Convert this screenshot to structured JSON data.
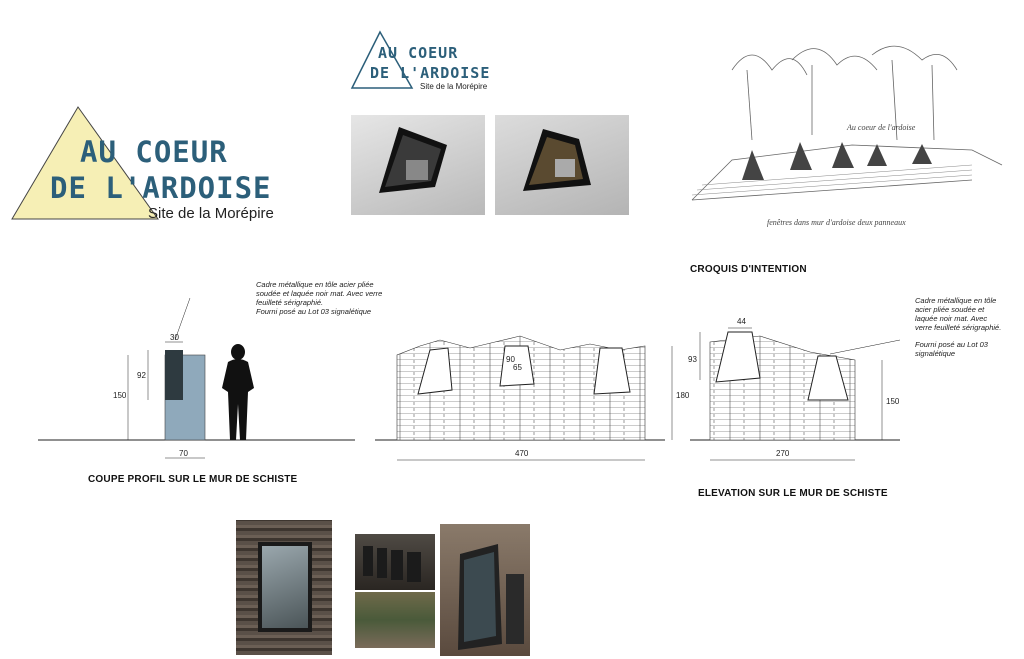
{
  "logo": {
    "line1": "AU COEUR",
    "line2": "DE L'ARDOISE",
    "subtitle": "Site de la Morépire"
  },
  "sketch": {
    "caption": "CROQUIS D'INTENTION",
    "handwriting_1": "Au coeur de l'ardoise",
    "handwriting_2": "fenêtres dans mur d'ardoise deux panneaux"
  },
  "section": {
    "caption": "COUPE PROFIL SUR LE MUR DE SCHISTE",
    "note": [
      "Cadre métallique en tôle acier pliée",
      "soudée et laquée noir mat. Avec verre",
      "feuilleté sérigraphié.",
      "Fourni posé au Lot 03 signalétique"
    ],
    "dims": {
      "top": "30",
      "panel": "92",
      "wall": "150",
      "base": "70"
    }
  },
  "elevation_left": {
    "dims": {
      "height": "180",
      "panel_h": "90",
      "panel_w": "65",
      "width": "470"
    }
  },
  "elevation_right": {
    "caption": "ELEVATION SUR LE MUR DE SCHISTE",
    "note": [
      "Cadre métallique en tôle",
      "acier pliée soudée et",
      "laquée noir mat. Avec",
      "verre feuilleté sérigraphié.",
      "",
      "Fourni posé au Lot 03",
      "signalétique"
    ],
    "dims": {
      "top": "44",
      "panel_h": "93",
      "height": "150",
      "width": "270"
    }
  },
  "colors": {
    "logo_blue": "#2c5f7a",
    "logo_yellow": "#f6efb5",
    "wall_blue": "#8fa9bb",
    "panel_dark": "#2e3a40"
  }
}
